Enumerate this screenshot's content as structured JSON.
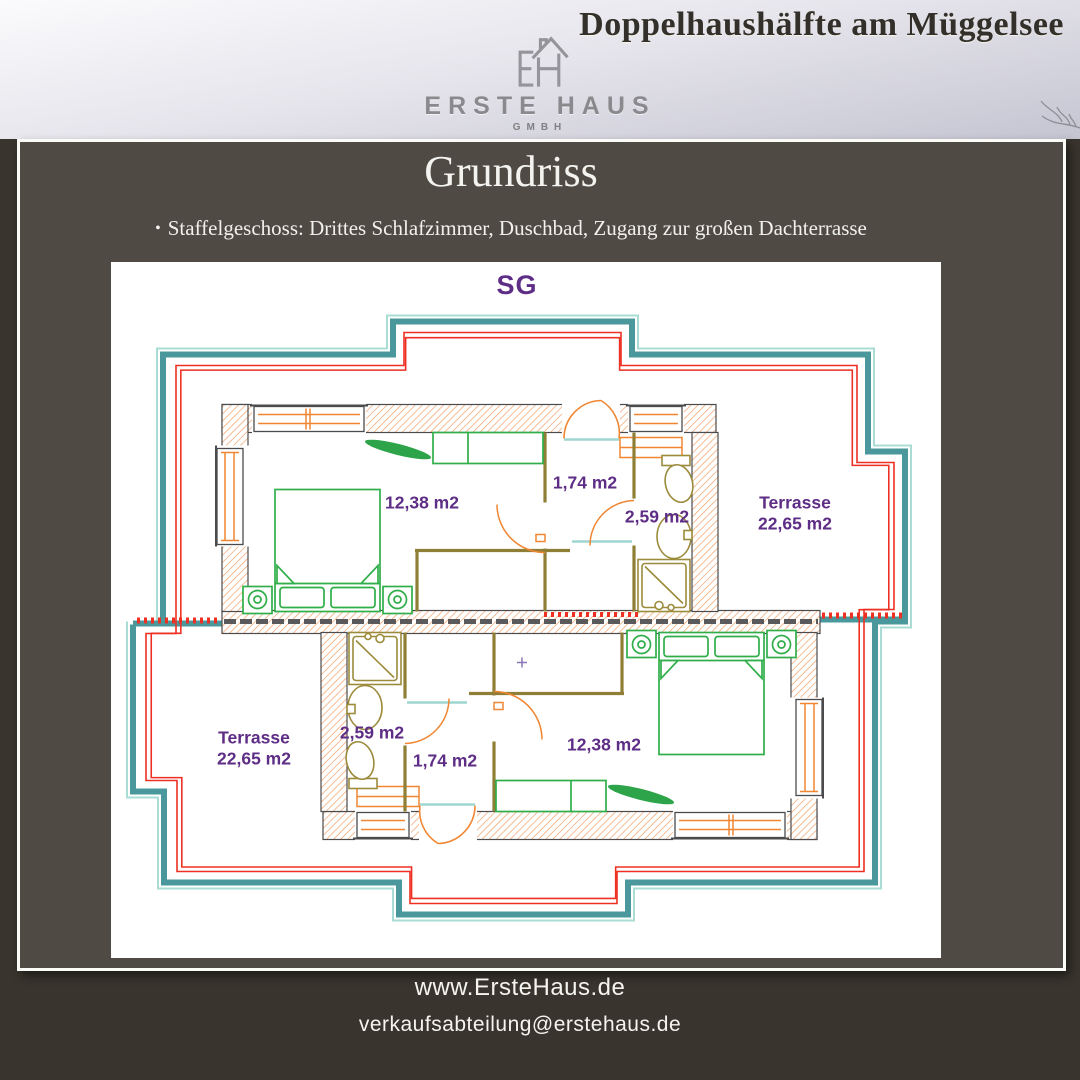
{
  "header": {
    "title": "Doppelhaushälfte am Müggelsee",
    "logo_name": "ERSTE HAUS",
    "logo_subtitle": "GMBH"
  },
  "panel": {
    "heading": "Grundriss",
    "bullet_marker": "•",
    "bullet_text": "Staffelgeschoss: Drittes Schlafzimmer, Duschbad, Zugang zur großen Dachterrasse",
    "floor_label": "SG"
  },
  "floorplan": {
    "upper_unit": {
      "bedroom_area": "12,38 m2",
      "hall_area": "1,74 m2",
      "bath_area": "2,59 m2",
      "terrace_name": "Terrasse",
      "terrace_area": "22,65 m2"
    },
    "lower_unit": {
      "bedroom_area": "12,38 m2",
      "hall_area": "1,74 m2",
      "bath_area": "2,59 m2",
      "terrace_name": "Terrasse",
      "terrace_area": "22,65 m2"
    },
    "colors": {
      "railing_teal": "#4a989b",
      "roof_edge_red": "#ee3023",
      "wall_hatch_orange": "#f2a169",
      "furniture_green": "#2fae49",
      "sanitary_olive": "#9b8b3b",
      "label_purple": "#5e2d86"
    }
  },
  "footer": {
    "website": "www.ErsteHaus.de",
    "email": "verkaufsabteilung@erstehaus.de"
  }
}
